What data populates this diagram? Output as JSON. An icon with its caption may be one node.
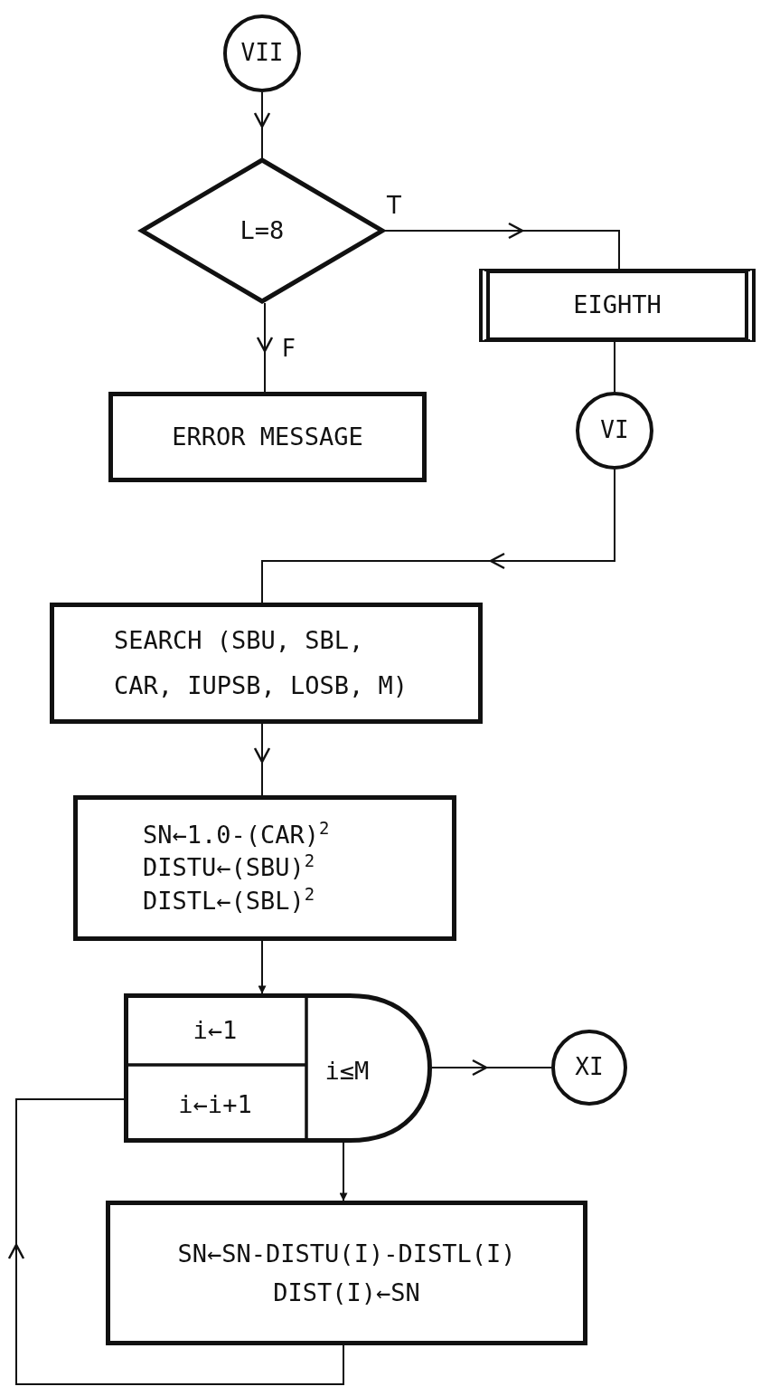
{
  "diagram": {
    "nodes": [
      {
        "text": [
          "VII"
        ]
      },
      {
        "text": [
          "L=8"
        ]
      },
      {
        "text": [
          "EIGHTH"
        ]
      },
      {
        "text": [
          "ERROR MESSAGE"
        ]
      },
      {
        "text": [
          "VI"
        ]
      },
      {
        "text": [
          "SEARCH (SBU, SBL, CAR, IUPSB, LOSB, M)"
        ]
      },
      {
        "text": [
          "SN←1.0-(CAR)$^{2}$",
          "DISTU←(SBU)$^{2}$",
          "DISTL←(SBL)$^{2}$"
        ]
      },
      {
        "text": [
          "i←1",
          "i←i+1",
          "i≤M"
        ]
      },
      {
        "text": [
          "XI"
        ]
      },
      {
        "text": [
          "SN←SN-DISTU(I)-DISTL(I)",
          "DIST(I)←SN"
        ]
      }
    ],
    "edges": [
      {
        "from": 0,
        "to": 1,
        "arrow": "to"
      },
      {
        "from": 1,
        "to": 2,
        "arrow": "to",
        "label": "T"
      },
      {
        "from": 1,
        "to": 3,
        "arrow": "to",
        "label": "F"
      },
      {
        "from": 2,
        "to": 4,
        "arrow": "none"
      },
      {
        "from": 4,
        "to": 5,
        "arrow": "to"
      },
      {
        "from": 5,
        "to": 6,
        "arrow": "to"
      },
      {
        "from": 6,
        "to": 7,
        "arrow": "to"
      },
      {
        "from": 7,
        "to": 8,
        "arrow": "to"
      },
      {
        "from": 7,
        "to": 9,
        "arrow": "to"
      },
      {
        "from": 9,
        "to": 7,
        "arrow": "to"
      }
    ]
  }
}
